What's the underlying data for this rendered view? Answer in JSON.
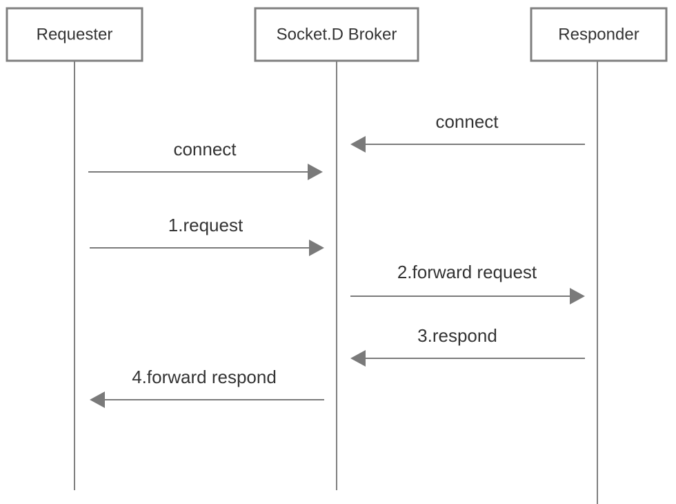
{
  "participants": [
    {
      "id": "requester",
      "label": "Requester"
    },
    {
      "id": "broker",
      "label": "Socket.D Broker"
    },
    {
      "id": "responder",
      "label": "Responder"
    }
  ],
  "messages": [
    {
      "id": "msg-connect-responder",
      "label": "connect",
      "from": "responder",
      "to": "broker"
    },
    {
      "id": "msg-connect-requester",
      "label": "connect",
      "from": "requester",
      "to": "broker"
    },
    {
      "id": "msg-request",
      "label": "1.request",
      "from": "requester",
      "to": "broker"
    },
    {
      "id": "msg-forward-request",
      "label": "2.forward request",
      "from": "broker",
      "to": "responder"
    },
    {
      "id": "msg-respond",
      "label": "3.respond",
      "from": "responder",
      "to": "broker"
    },
    {
      "id": "msg-forward-respond",
      "label": "4.forward respond",
      "from": "broker",
      "to": "requester"
    }
  ],
  "colors": {
    "box_stroke": "#7f7f7f",
    "arrow": "#7a7a7a",
    "text": "#333333"
  }
}
